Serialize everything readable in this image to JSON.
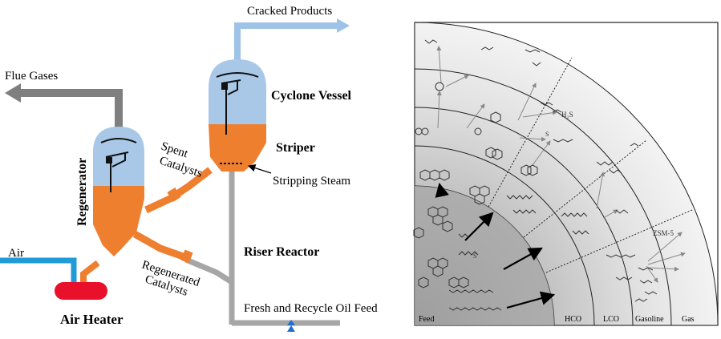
{
  "process": {
    "labels": {
      "cracked_products": "Cracked Products",
      "flue_gases": "Flue Gases",
      "cyclone_vessel": "Cyclone Vessel",
      "striper": "Striper",
      "regenerator": "Regenerator",
      "spent_line1": "Spent",
      "spent_line2": "Catalysts",
      "stripping_steam": "Stripping Steam",
      "air": "Air",
      "riser_reactor": "Riser Reactor",
      "regen_line1": "Regenerated",
      "regen_line2": "Catalysts",
      "air_heater": "Air Heater",
      "feed": "Fresh and Recycle Oil Feed"
    },
    "colors": {
      "vapor_blue": "#a9c7e6",
      "catalyst_orange": "#ee7f2f",
      "pipe_gray": "#a6a6a6",
      "flue_gray": "#7f7f7f",
      "product_blue": "#9dc3e6",
      "air_blue": "#1f9bd7",
      "heater_red": "#e8102a",
      "valve_blue": "#1f6fd1"
    }
  },
  "fan": {
    "bands": [
      "Feed",
      "HCO",
      "LCO",
      "Gasoline",
      "Gas"
    ],
    "molecule_labels": {
      "h2s": "H₂S",
      "zsm5": "ZSM-5",
      "s1": "S",
      "s2": "S"
    }
  }
}
